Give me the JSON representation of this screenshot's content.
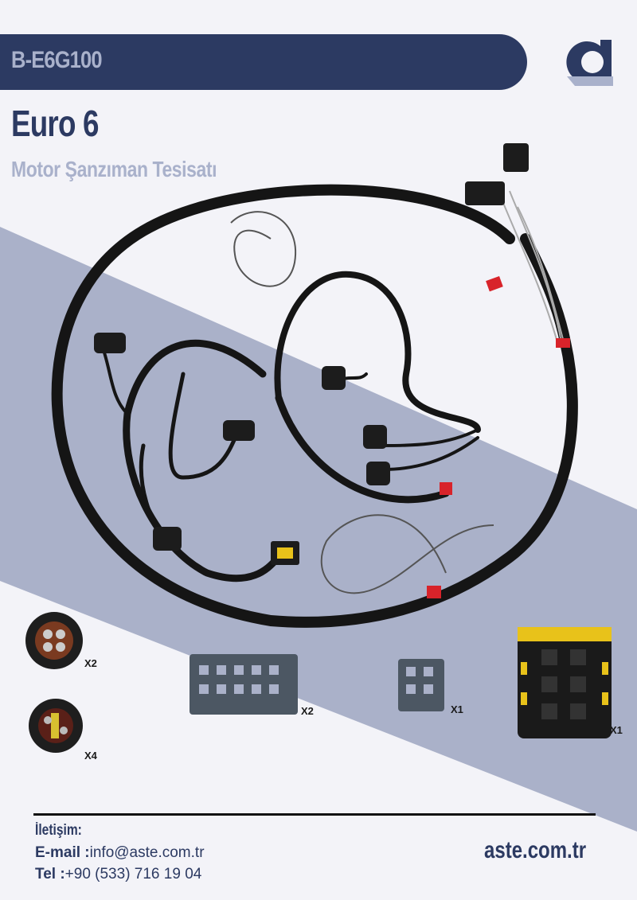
{
  "header": {
    "product_code": "B-E6G100",
    "title": "Euro 6",
    "subtitle": "Motor Şanzıman Tesisatı",
    "logo_letter": "a"
  },
  "connectors": [
    {
      "label": "X2"
    },
    {
      "label": "X4"
    },
    {
      "label": "X2"
    },
    {
      "label": "X1"
    },
    {
      "label": "X1"
    }
  ],
  "contact": {
    "heading": "İletişim:",
    "email_label": "E-mail :",
    "email": "info@aste.com.tr",
    "tel_label": "Tel :",
    "tel": "+90 (533) 716 19 04",
    "website": "aste.com.tr"
  },
  "colors": {
    "navy": "#2c3a62",
    "light_blue": "#a9b1cb",
    "band": "#aab1c9",
    "background": "#f3f3f8",
    "tape_red": "#d8232a",
    "connector_yellow": "#e8c21a"
  }
}
